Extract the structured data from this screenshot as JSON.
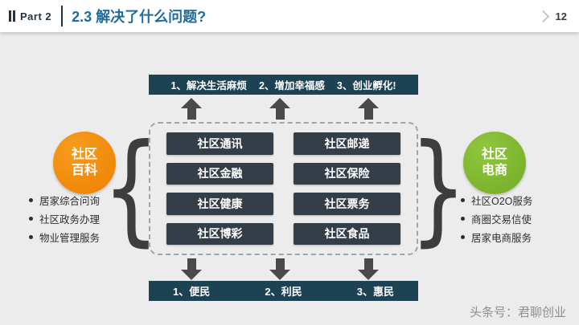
{
  "header": {
    "part_label": "Part 2",
    "title": "2.3 解决了什么问题?",
    "page_number": "12"
  },
  "top_banner": {
    "items": [
      "1、解决生活麻烦",
      "2、增加幸福感",
      "3、创业孵化!"
    ]
  },
  "grid": {
    "buttons": [
      "社区通讯",
      "社区邮递",
      "社区金融",
      "社区保险",
      "社区健康",
      "社区票务",
      "社区博彩",
      "社区食品"
    ]
  },
  "left_group": {
    "circle": {
      "line1": "社区",
      "line2": "百科"
    },
    "bullets": [
      "居家综合问询",
      "社区政务办理",
      "物业管理服务"
    ]
  },
  "right_group": {
    "circle": {
      "line1": "社区",
      "line2": "电商"
    },
    "bullets": [
      "社区O2O服务",
      "商圈交易信使",
      "居家电商服务"
    ]
  },
  "bottom_banner": {
    "items": [
      "1、便民",
      "2、利民",
      "3、惠民"
    ]
  },
  "footer": {
    "watermark": "头条号：君聊创业"
  },
  "decorations": {
    "left_brace": "{",
    "right_brace": "}"
  },
  "colors": {
    "title_blue": "#1f6c9c",
    "banner_navy": "#1c4254",
    "button_dark": "#333e49",
    "orange": "#ee8000",
    "green": "#7cb52e",
    "slide_bg": "#ececec",
    "arrow_gray": "#4a4a4a"
  }
}
